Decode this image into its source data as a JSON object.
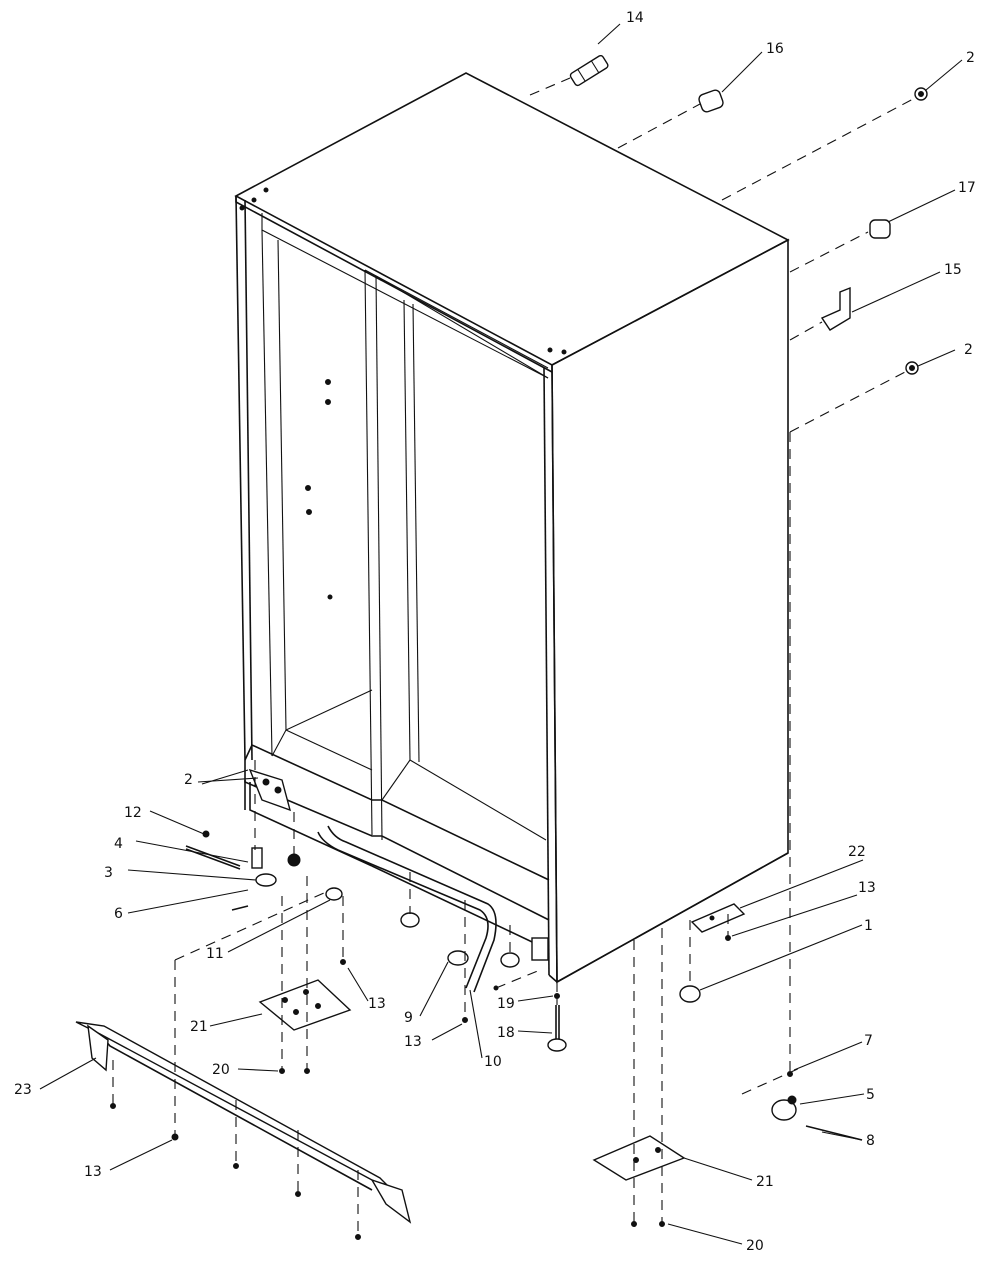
{
  "callouts": [
    "14",
    "16",
    "2",
    "17",
    "15",
    "2",
    "2",
    "12",
    "4",
    "3",
    "6",
    "11",
    "13",
    "21",
    "20",
    "23",
    "13",
    "9",
    "13",
    "10",
    "19",
    "18",
    "22",
    "13",
    "1",
    "7",
    "5",
    "8",
    "21",
    "20"
  ]
}
